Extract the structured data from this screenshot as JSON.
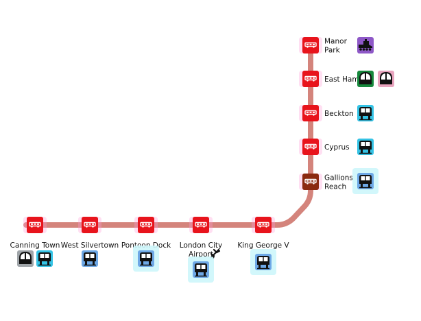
{
  "route": {
    "line_color": "#d4847c",
    "stop_color": "#e8141c",
    "terminus_color": "#8b2a10",
    "glow_color": "#ff9ad6",
    "stations": [
      {
        "id": "manor-park",
        "name_lines": [
          "Manor",
          "Park"
        ],
        "terminus": false,
        "interchanges": [
          {
            "type": "overground",
            "color": "#8e58c7",
            "glow": false
          }
        ]
      },
      {
        "id": "east-ham",
        "name_lines": [
          "East Ham"
        ],
        "terminus": false,
        "interchanges": [
          {
            "type": "underground",
            "color": "#16883c",
            "glow": false
          },
          {
            "type": "underground",
            "color": "#e8a4be",
            "glow": false
          }
        ]
      },
      {
        "id": "beckton",
        "name_lines": [
          "Beckton"
        ],
        "terminus": false,
        "interchanges": [
          {
            "type": "dlr",
            "color": "#35c3e5",
            "glow": false
          }
        ]
      },
      {
        "id": "cyprus",
        "name_lines": [
          "Cyprus"
        ],
        "terminus": false,
        "interchanges": [
          {
            "type": "dlr",
            "color": "#35c3e5",
            "glow": false
          }
        ]
      },
      {
        "id": "gallions-reach",
        "name_lines": [
          "Gallions",
          "Reach"
        ],
        "terminus": true,
        "interchanges": [
          {
            "type": "dlr",
            "color": "#6ea8e6",
            "glow": true
          }
        ]
      },
      {
        "id": "king-george-v",
        "name_lines": [
          "King George V"
        ],
        "terminus": false,
        "interchanges": [
          {
            "type": "dlr",
            "color": "#6ea8e6",
            "glow": true
          }
        ]
      },
      {
        "id": "london-city-airport",
        "name_lines": [
          "London City",
          "Airport"
        ],
        "terminus": false,
        "airport": true,
        "interchanges": [
          {
            "type": "dlr",
            "color": "#6ea8e6",
            "glow": true
          }
        ]
      },
      {
        "id": "pontoon-dock",
        "name_lines": [
          "Pontoon Dock"
        ],
        "terminus": false,
        "interchanges": [
          {
            "type": "dlr",
            "color": "#6ea8e6",
            "glow": true
          }
        ]
      },
      {
        "id": "west-silvertown",
        "name_lines": [
          "West Silvertown"
        ],
        "terminus": false,
        "interchanges": [
          {
            "type": "dlr",
            "color": "#6ea8e6",
            "glow": false
          }
        ]
      },
      {
        "id": "canning-town",
        "name_lines": [
          "Canning Town"
        ],
        "terminus": false,
        "interchanges": [
          {
            "type": "underground",
            "color": "#a0a5a9",
            "glow": false
          },
          {
            "type": "dlr",
            "color": "#35c3e5",
            "glow": false
          }
        ]
      }
    ]
  }
}
